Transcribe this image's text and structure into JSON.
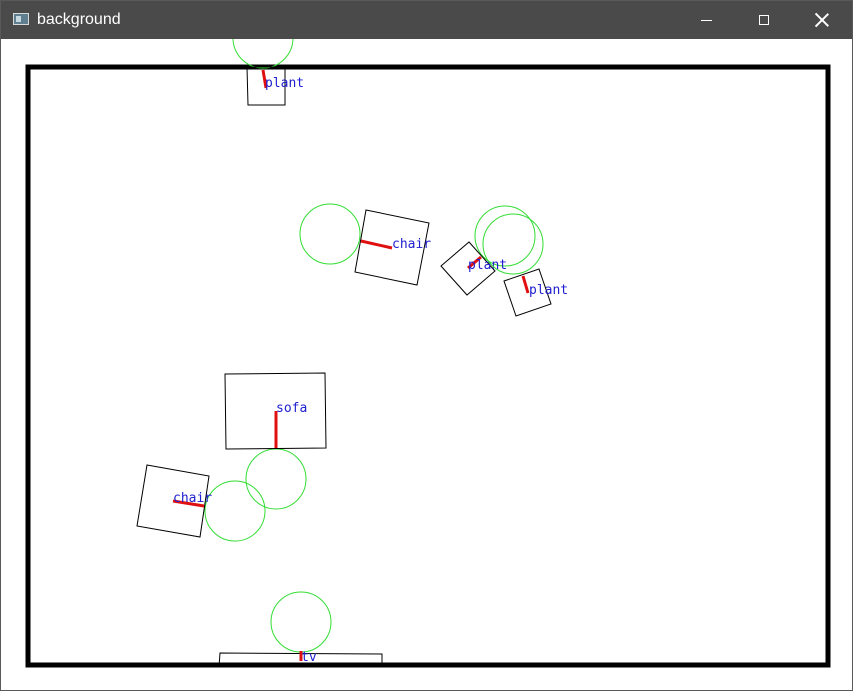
{
  "window": {
    "title": "background",
    "icon": "window-app-icon",
    "controls": {
      "minimize": "minimize-icon",
      "maximize": "maximize-icon",
      "close": "close-icon"
    }
  },
  "colors": {
    "titlebar": "#4a4a4a",
    "room_border": "#000000",
    "circle": "#33dd33",
    "direction": "#e01010",
    "label": "#2020d0"
  },
  "objects": [
    {
      "label": "plant"
    },
    {
      "label": "chair"
    },
    {
      "label": "plant"
    },
    {
      "label": "plant"
    },
    {
      "label": "sofa"
    },
    {
      "label": "chair"
    },
    {
      "label": "tv"
    }
  ]
}
